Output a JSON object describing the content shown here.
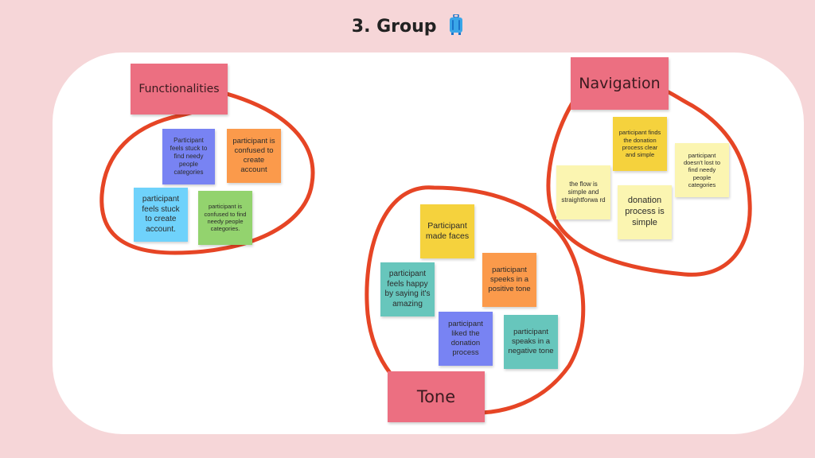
{
  "title": "3. Group",
  "icon": "luggage-icon",
  "colors": {
    "background": "#f6d6d8",
    "board": "#ffffff",
    "ring": "#e64525",
    "label": "#ec6f81"
  },
  "groups": {
    "functionalities": {
      "label": "Functionalities",
      "notes": [
        "Participant feels stuck to find  needy people categories",
        "participant is confused to create account",
        "participant feels stuck to create account.",
        "participant is confused to find needy people categories."
      ]
    },
    "tone": {
      "label": "Tone",
      "notes": [
        "Participant made faces",
        "participant feels happy by saying it's amazing",
        "participant speeks in a positive tone",
        "participant liked the donation process",
        "participant speaks in a negative tone"
      ]
    },
    "navigation": {
      "label": "Navigation",
      "notes": [
        "participant finds  the donation process clear and simple",
        "participant doesn't lost to find needy people categories",
        "the flow is simple and straightforwa rd",
        "donation process is simple"
      ]
    }
  }
}
